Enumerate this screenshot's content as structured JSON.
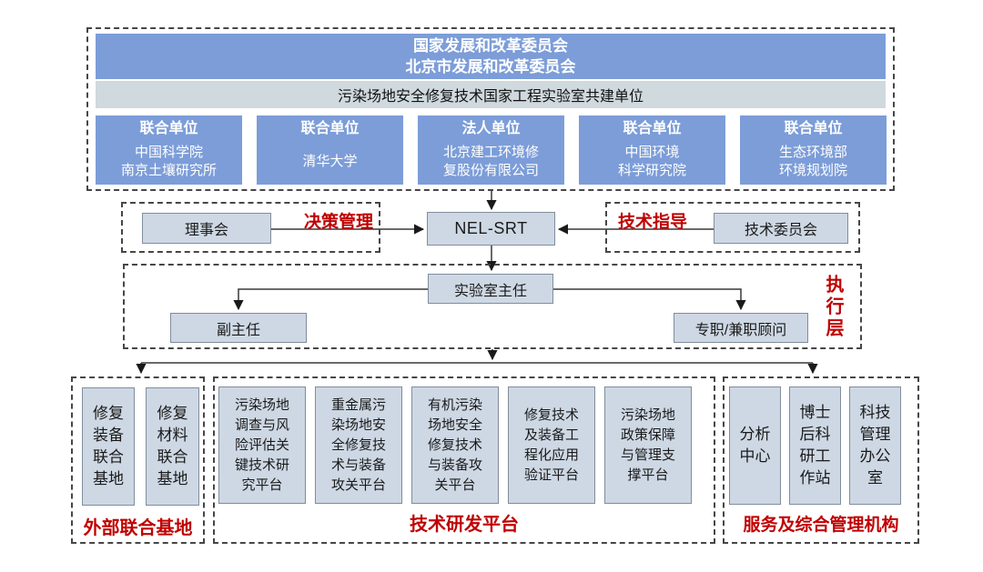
{
  "colors": {
    "primary_blue": "#7C9DD8",
    "light_bar": "#CFD9DE",
    "box_fill": "#CED8E4",
    "accent_red": "#C00000"
  },
  "top_group": {
    "header_line1": "国家发展和改革委员会",
    "header_line2": "北京市发展和改革委员会",
    "subheader": "污染场地安全修复技术国家工程实验室共建单位",
    "units": [
      {
        "label": "联合单位",
        "line1": "中国科学院",
        "line2": "南京土壤研究所"
      },
      {
        "label": "联合单位",
        "line1": "清华大学",
        "line2": ""
      },
      {
        "label": "法人单位",
        "line1": "北京建工环境修复股份有限公司",
        "line2": ""
      },
      {
        "label": "联合单位",
        "line1": "中国环境",
        "line2": "科学研究院"
      },
      {
        "label": "联合单位",
        "line1": "生态环境部",
        "line2": "环境规划院"
      }
    ]
  },
  "governance": {
    "council": "理事会",
    "decision_label": "决策管理",
    "center": "NEL-SRT",
    "guidance_label": "技术指导",
    "committee": "技术委员会"
  },
  "executive": {
    "director": "实验室主任",
    "deputy": "副主任",
    "advisors": "专职/兼职顾问",
    "layer_label": "执行层"
  },
  "bottom": {
    "external_bases": {
      "items": [
        "修复装备联合基地",
        "修复材料联合基地"
      ],
      "label": "外部联合基地"
    },
    "platforms": {
      "items": [
        "污染场地调查与风险评估关键技术研究平台",
        "重金属污染场地安全修复技术与装备攻关平台",
        "有机污染场地安全修复技术与装备攻关平台",
        "修复技术及装备工程化应用验证平台",
        "污染场地政策保障与管理支撑平台"
      ],
      "label": "技术研发平台"
    },
    "services": {
      "items": [
        "分析中心",
        "博士后科研工作站",
        "科技管理办公室"
      ],
      "label": "服务及综合管理机构"
    }
  }
}
